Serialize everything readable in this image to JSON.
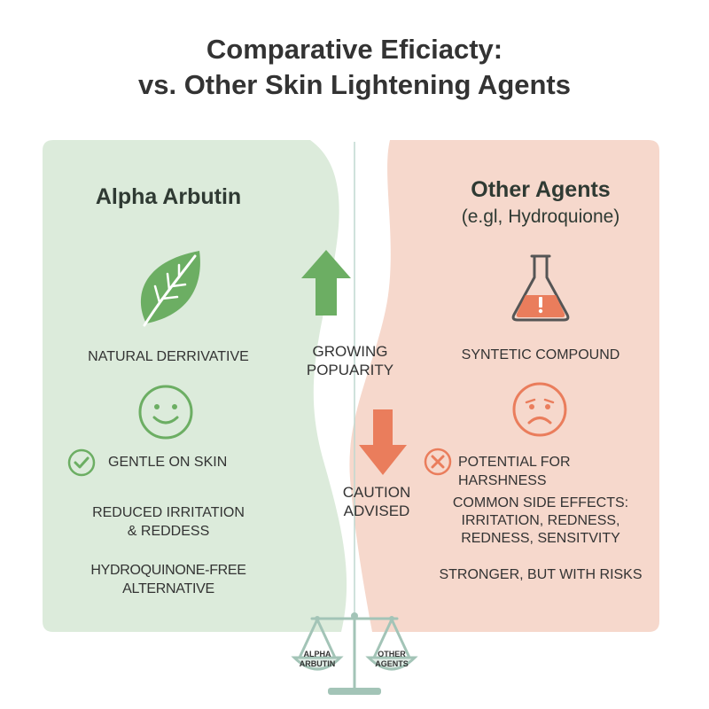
{
  "title": {
    "line1": "Comparative Eficiacty:",
    "line2": "vs. Other Skin Lightening Agents"
  },
  "colors": {
    "green_panel": "#dcebdb",
    "pink_panel": "#f6d8cc",
    "green_accent": "#6cae63",
    "orange_accent": "#ea7d5c",
    "scale": "#a3c4b7"
  },
  "left": {
    "heading": "Alpha Arbutin",
    "icon": "leaf-icon",
    "natural_label": "NATURAL DERRIVATIVE",
    "face_icon": "smiley-face-icon",
    "check_icon": "check-circle-icon",
    "gentle_label": "GENTLE ON SKIN",
    "reduced_line1": "REDUCED IRRITATION",
    "reduced_line2": "& REDDESS",
    "alternative_label": "HYDROQUINONE-FREE ALTERNATIVE"
  },
  "right": {
    "heading": "Other Agents",
    "subheading": "(e.gl, Hydroquione)",
    "icon": "flask-icon",
    "synthetic_label": "SYNTETIC COMPOUND",
    "face_icon": "sad-face-icon",
    "cross_icon": "x-circle-icon",
    "harshness_label": "POTENTIAL FOR HARSHNESS",
    "side_line1": "COMMON SIDE EFFECTS:",
    "side_line2": "IRRITATION, REDNESS,",
    "side_line3": "REDNESS, SENSITVITY",
    "stronger_label": "STRONGER, BUT WITH RISKS"
  },
  "center": {
    "up_icon": "arrow-up-icon",
    "growing_line1": "GROWING",
    "growing_line2": "POPUARITY",
    "down_icon": "arrow-down-icon",
    "caution_line1": "CAUTION",
    "caution_line2": "ADVISED"
  },
  "scale": {
    "icon": "balance-scale-icon",
    "left_line1": "ALPHA",
    "left_line2": "ARBUTIN",
    "right_line1": "OTHER",
    "right_line2": "AGENTS"
  }
}
